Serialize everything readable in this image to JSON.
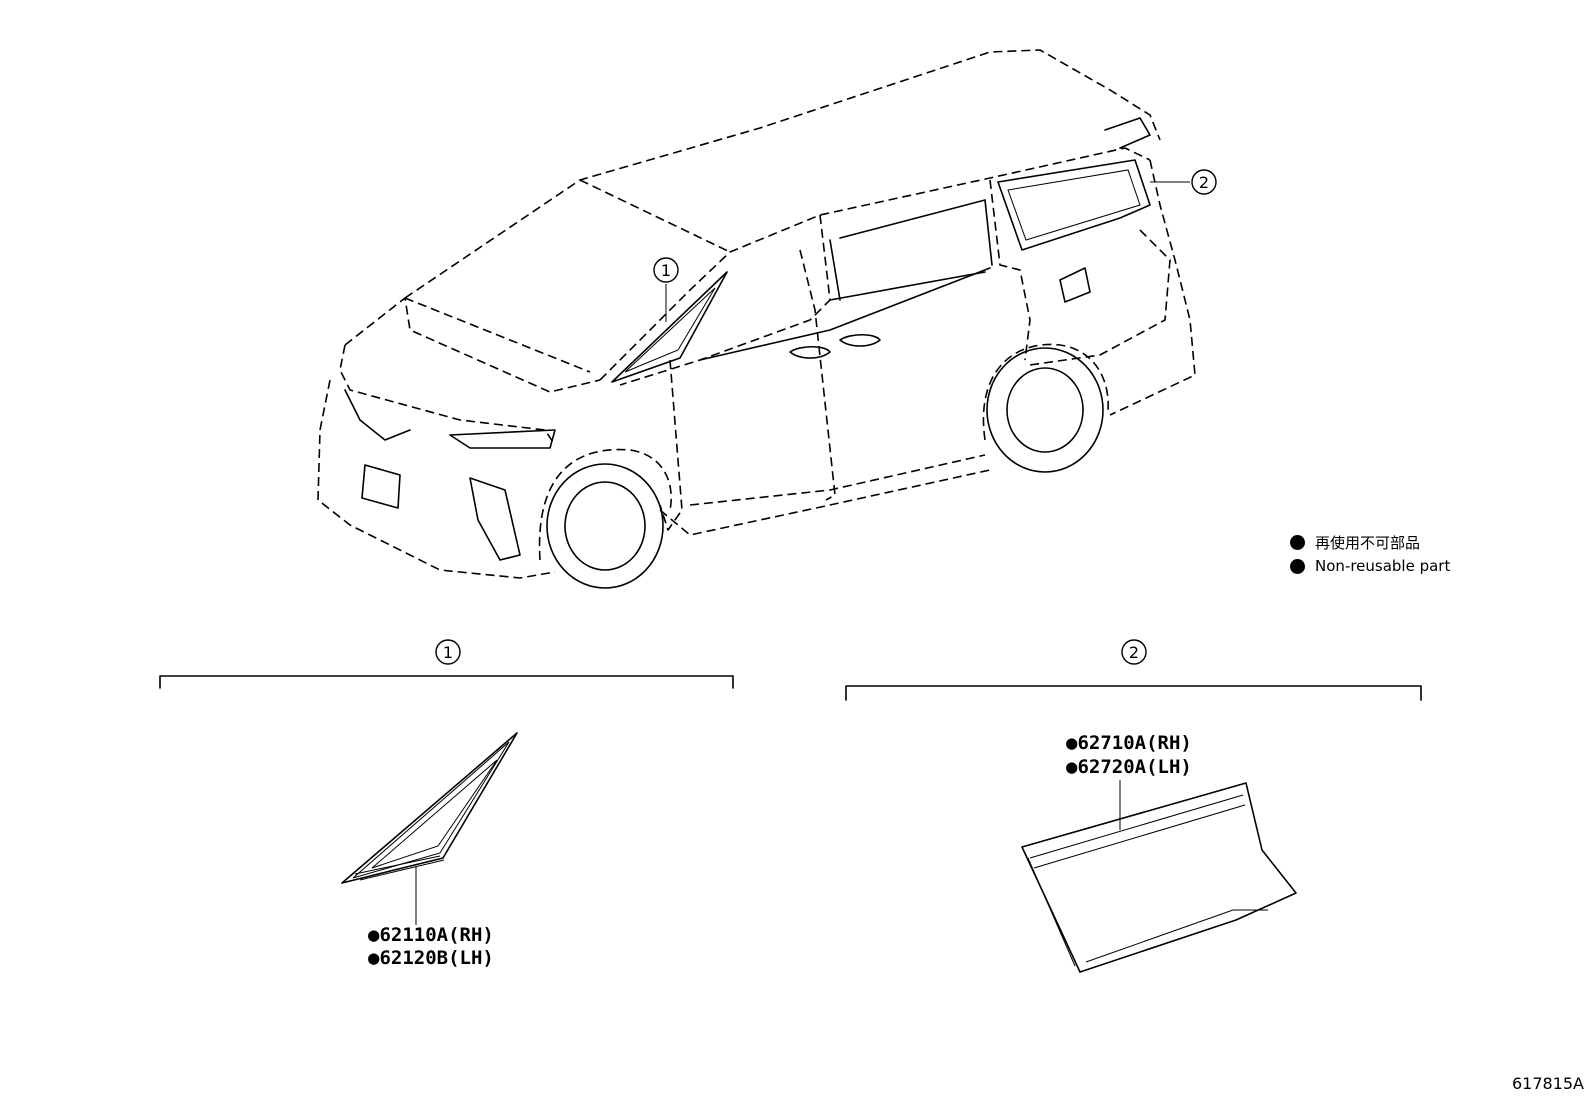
{
  "callouts": {
    "one": "1",
    "two": "2"
  },
  "groups": {
    "one": {
      "label": "1",
      "parts": [
        "●62110A(RH)",
        "●62120B(LH)"
      ]
    },
    "two": {
      "label": "2",
      "parts": [
        "●62710A(RH)",
        "●62720A(LH)"
      ]
    }
  },
  "legend": [
    {
      "symbol": "filled-circle",
      "text": "再使用不可部品"
    },
    {
      "symbol": "filled-circle",
      "text": "Non-reusable part"
    }
  ],
  "document_number": "617815A"
}
